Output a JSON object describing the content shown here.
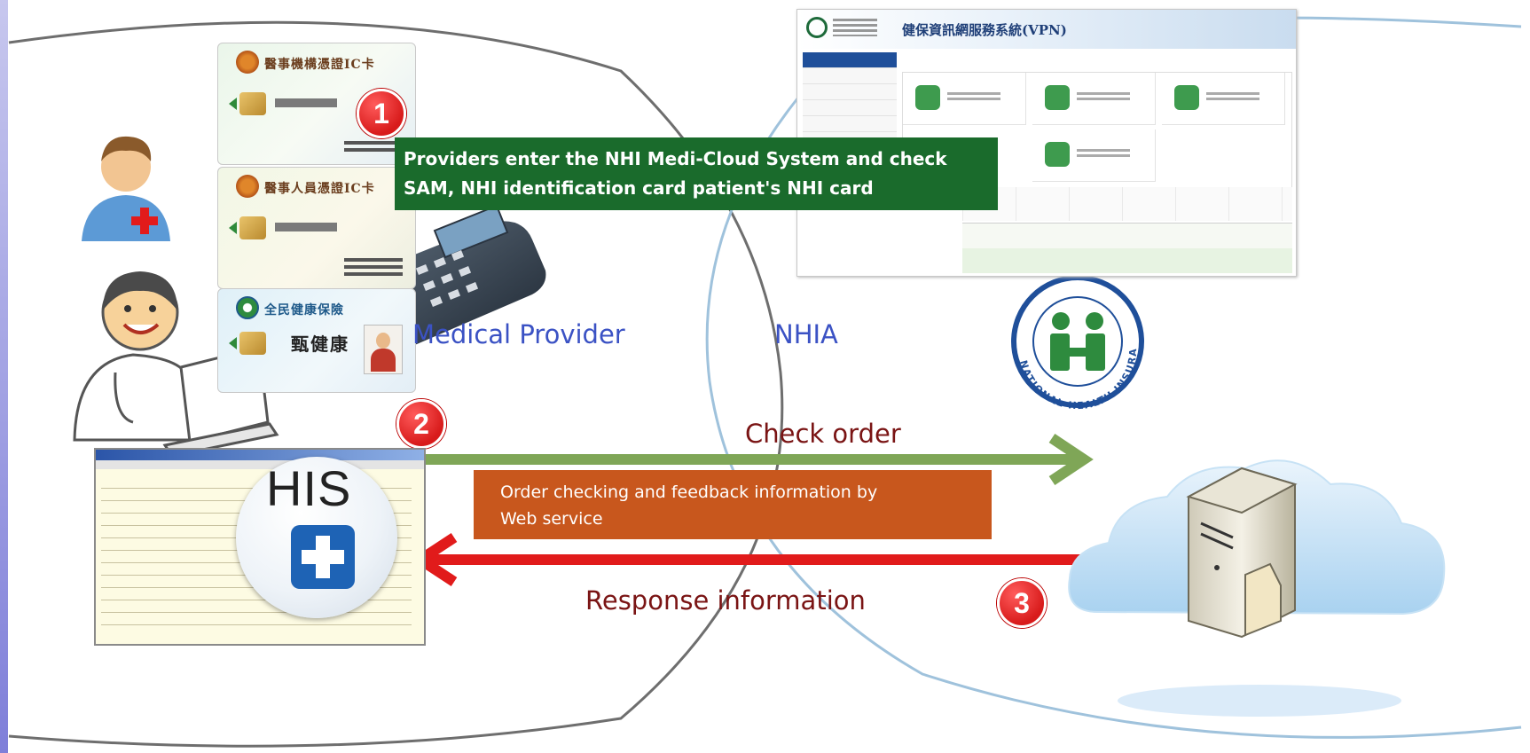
{
  "steps": {
    "step1": "1",
    "step2": "2",
    "step3": "3"
  },
  "cards": {
    "institution_card_title": "醫事機構憑證IC卡",
    "personnel_card_title": "醫事人員憑證IC卡",
    "nhi_card_title": "全民健康保險",
    "nhi_card_name": "甄健康"
  },
  "messages": {
    "step1_text_line1": "Providers enter the NHI Medi-Cloud System and check",
    "step1_text_line2": "SAM,  NHI identification card patient's NHI card",
    "step2_label": "Check order",
    "feedback_line1": "Order checking and feedback information by",
    "feedback_line2": "Web service",
    "step3_label": "Response information"
  },
  "regions": {
    "medical_provider": "Medical Provider",
    "nhia": "NHIA"
  },
  "nhi_system": {
    "title": "健保資訊網服務系統(VPN)"
  },
  "his": {
    "label": "HIS"
  },
  "logo": {
    "text": "NATIONAL HEALTH INSURANCE"
  },
  "colors": {
    "green_box": "#1a6b2c",
    "orange_box": "#c8571d",
    "arrow_green": "#7fa657",
    "arrow_red": "#e11b1b",
    "step_badge": "#d81b1b",
    "region_label": "#3b52c4",
    "flow_label": "#7a1414"
  },
  "icons": [
    "doctor-avatar-icon",
    "clinician-laptop-icon",
    "card-reader-icon",
    "server-icon",
    "cloud-icon",
    "nhi-logo-icon"
  ]
}
